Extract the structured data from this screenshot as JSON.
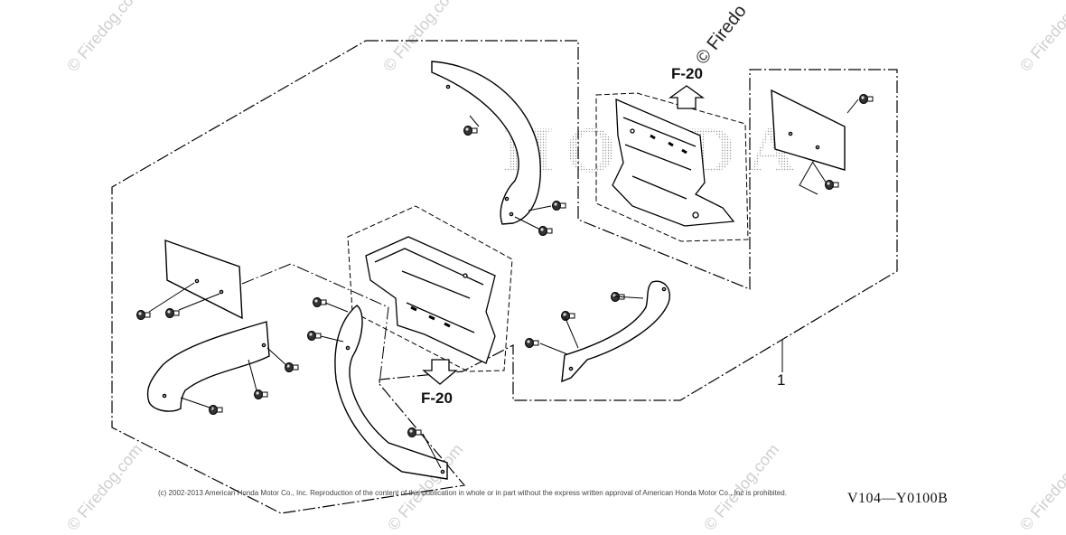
{
  "diagram": {
    "callouts": {
      "ref_top": "F-20",
      "ref_bottom": "F-20",
      "part_number": "1"
    },
    "copyright": "(c) 2002-2013 American Honda Motor Co., Inc. Reproduction of the content of this publication in whole or in part without the express written approval of American Honda Motor Co., Inc is prohibited.",
    "figure_code": "V104—Y0100B",
    "brand_mark": "HONDA",
    "watermark_text": "© Firedog.com",
    "trademark_text": "© Firedo"
  }
}
